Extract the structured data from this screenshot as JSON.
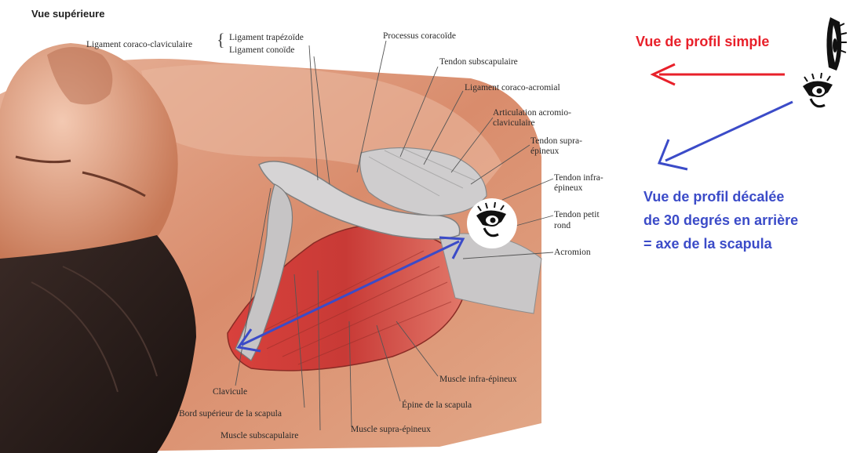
{
  "figure": {
    "title": "Vue supérieure",
    "labels": {
      "coraco_claviculaire": "Ligament coraco-claviculaire",
      "trapezoide": "Ligament trapézoïde",
      "conoide": "Ligament conoïde",
      "processus_coracoide": "Processus coracoïde",
      "tendon_subscapulaire": "Tendon subscapulaire",
      "coraco_acromial": "Ligament coraco-acromial",
      "acromio_claviculaire_1": "Articulation acromio-",
      "acromio_claviculaire_2": "claviculaire",
      "supra_epineux_1": "Tendon supra-",
      "supra_epineux_2": "épineux",
      "infra_epineux_1": "Tendon infra-",
      "infra_epineux_2": "épineux",
      "petit_rond_1": "Tendon petit",
      "petit_rond_2": "rond",
      "acromion": "Acromion",
      "clavicule": "Clavicule",
      "bord_superieur": "Bord supérieur de la scapula",
      "muscle_subscapulaire": "Muscle subscapulaire",
      "muscle_supra_epineux": "Muscle supra-épineux",
      "epine": "Épine de la scapula",
      "muscle_infra_epineux": "Muscle infra-épineux"
    }
  },
  "annotations": {
    "red": {
      "text": "Vue de profil simple",
      "color": "#e8202a"
    },
    "blue": {
      "line1": "Vue de profil décalée",
      "line2": "de 30 degrés en arrière",
      "line3": "= axe de la scapula",
      "color": "#3b4bc8"
    }
  },
  "icons": [
    "eye-icon",
    "eye-icon",
    "eye-icon"
  ]
}
